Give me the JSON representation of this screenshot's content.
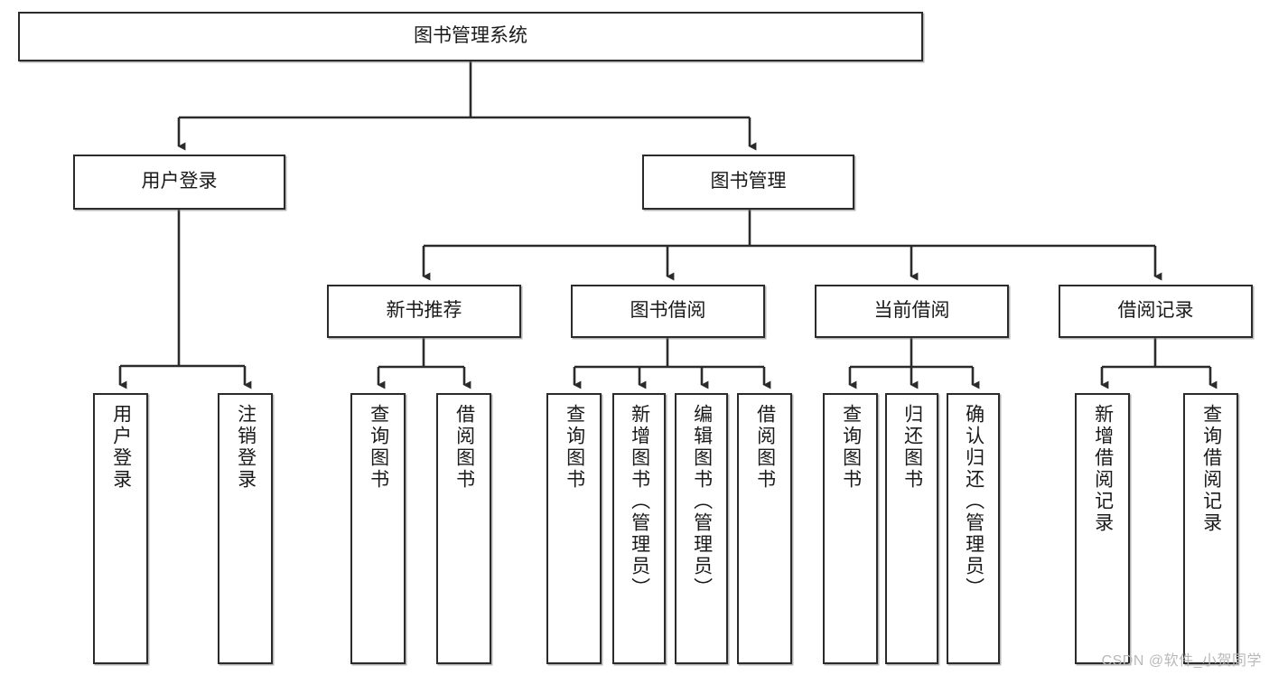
{
  "diagram": {
    "title": "图书管理系统",
    "type": "hierarchy-tree",
    "watermark": "CSDN @软件_小贺同学",
    "colors": {
      "box_border": "#2b2b2b",
      "box_fill": "#ffffff",
      "connector": "#2b2b2b",
      "text": "#1a1a1a",
      "watermark": "#b9b9b9",
      "background": "#ffffff"
    },
    "nodes": {
      "root": {
        "label": "图书管理系统",
        "level": 1,
        "orientation": "horizontal"
      },
      "l2": [
        {
          "id": "user-login",
          "label": "用户登录",
          "orientation": "horizontal"
        },
        {
          "id": "book-manage",
          "label": "图书管理",
          "orientation": "horizontal"
        }
      ],
      "l3": [
        {
          "id": "new-book-recommend",
          "label": "新书推荐",
          "orientation": "horizontal"
        },
        {
          "id": "book-borrow",
          "label": "图书借阅",
          "orientation": "horizontal"
        },
        {
          "id": "current-borrow",
          "label": "当前借阅",
          "orientation": "horizontal"
        },
        {
          "id": "borrow-record",
          "label": "借阅记录",
          "orientation": "horizontal"
        }
      ],
      "leaves": [
        {
          "id": "leaf-user-login",
          "label": "用户登录",
          "parent": "user-login",
          "orientation": "vertical"
        },
        {
          "id": "leaf-logout",
          "label": "注销登录",
          "parent": "user-login",
          "orientation": "vertical"
        },
        {
          "id": "leaf-query-book-1",
          "label": "查询图书",
          "parent": "new-book-recommend",
          "orientation": "vertical"
        },
        {
          "id": "leaf-borrow-book-1",
          "label": "借阅图书",
          "parent": "new-book-recommend",
          "orientation": "vertical"
        },
        {
          "id": "leaf-query-book-2",
          "label": "查询图书",
          "parent": "book-borrow",
          "orientation": "vertical"
        },
        {
          "id": "leaf-add-book",
          "label": "新增图书（管理员）",
          "parent": "book-borrow",
          "orientation": "vertical"
        },
        {
          "id": "leaf-edit-book",
          "label": "编辑图书（管理员）",
          "parent": "book-borrow",
          "orientation": "vertical"
        },
        {
          "id": "leaf-borrow-book-2",
          "label": "借阅图书",
          "parent": "book-borrow",
          "orientation": "vertical"
        },
        {
          "id": "leaf-query-book-3",
          "label": "查询图书",
          "parent": "current-borrow",
          "orientation": "vertical"
        },
        {
          "id": "leaf-return-book",
          "label": "归还图书",
          "parent": "current-borrow",
          "orientation": "vertical"
        },
        {
          "id": "leaf-confirm-return",
          "label": "确认归还（管理员）",
          "parent": "current-borrow",
          "orientation": "vertical"
        },
        {
          "id": "leaf-add-record",
          "label": "新增借阅记录",
          "parent": "borrow-record",
          "orientation": "vertical"
        },
        {
          "id": "leaf-query-record",
          "label": "查询借阅记录",
          "parent": "borrow-record",
          "orientation": "vertical"
        }
      ]
    }
  }
}
